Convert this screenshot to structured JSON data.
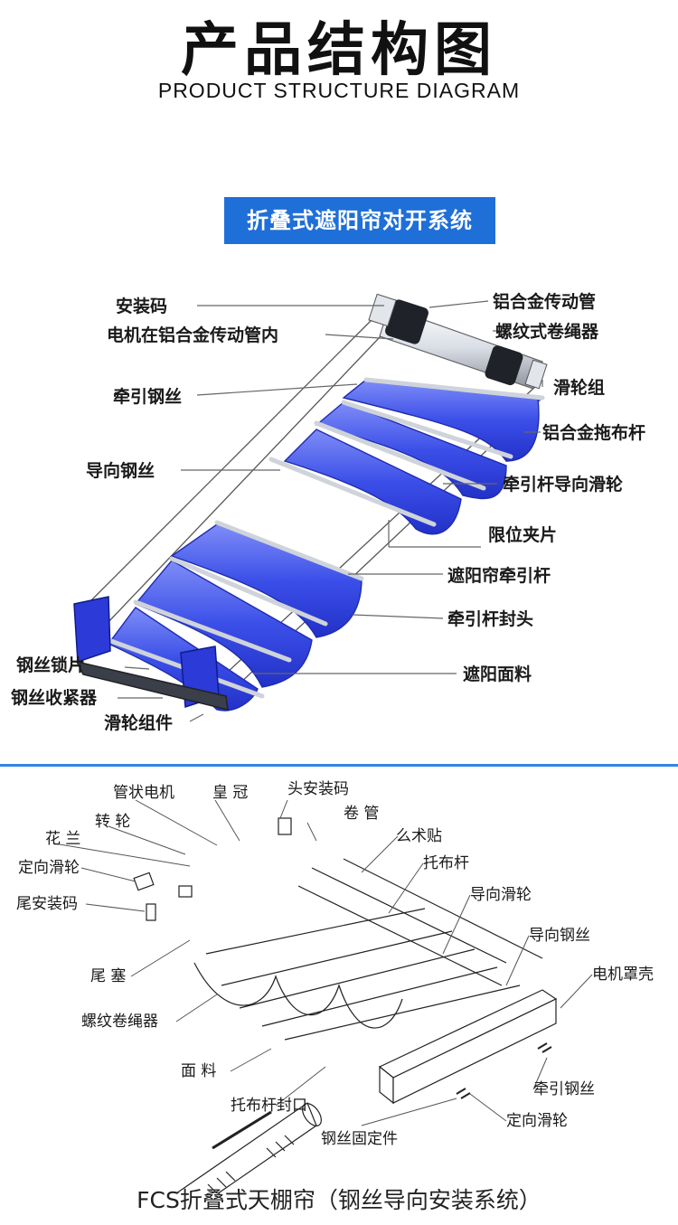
{
  "header": {
    "title": "产品结构图",
    "subtitle": "PRODUCT STRUCTURE DIAGRAM"
  },
  "diagram1": {
    "banner": "折叠式遮阳帘对开系统",
    "labels_left": [
      "安装码",
      "电机在铝合金传动管内",
      "牵引钢丝",
      "导向钢丝",
      "钢丝锁片",
      "钢丝收紧器",
      "滑轮组件"
    ],
    "labels_right": [
      "铝合金传动管",
      "螺纹式卷绳器",
      "滑轮组",
      "铝合金拖布杆",
      "牵引杆导向滑轮",
      "限位夹片",
      "遮阳帘牵引杆",
      "牵引杆封头",
      "遮阳面料"
    ]
  },
  "diagram2": {
    "labels": [
      "管状电机",
      "皇 冠",
      "头安装码",
      "卷 管",
      "转 轮",
      "花 兰",
      "定向滑轮",
      "尾安装码",
      "么术贴",
      "托布杆",
      "导向滑轮",
      "导向钢丝",
      "电机罩壳",
      "尾 塞",
      "螺纹卷绳器",
      "面 料",
      "托布杆封口",
      "钢丝固定件",
      "牵引钢丝",
      "定向滑轮"
    ]
  },
  "footer": "FCS折叠式天棚帘（钢丝导向安装系统）",
  "colors": {
    "accent": "#1f6fd8",
    "fabric": "#3f4fe6",
    "separator": "#2f86e6"
  }
}
